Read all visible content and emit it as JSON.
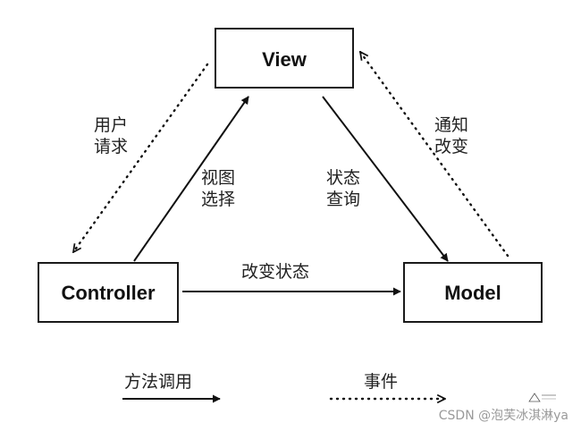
{
  "diagram": {
    "nodes": {
      "view": "View",
      "controller": "Controller",
      "model": "Model"
    },
    "edges": {
      "controller_to_view_line1": "视图",
      "controller_to_view_line2": "选择",
      "view_to_model_line1": "状态",
      "view_to_model_line2": "查询",
      "view_to_controller_line1": "用户",
      "view_to_controller_line2": "请求",
      "model_to_view_line1": "通知",
      "model_to_view_line2": "改变",
      "controller_to_model": "改变状态"
    },
    "legend": {
      "method_call": "方法调用",
      "event": "事件"
    }
  },
  "watermark": {
    "text": "CSDN @泡芙冰淇淋ya"
  },
  "colors": {
    "line": "#111111",
    "box_border": "#1a1a1a",
    "background": "#ffffff",
    "watermark": "#9a9a9a"
  }
}
